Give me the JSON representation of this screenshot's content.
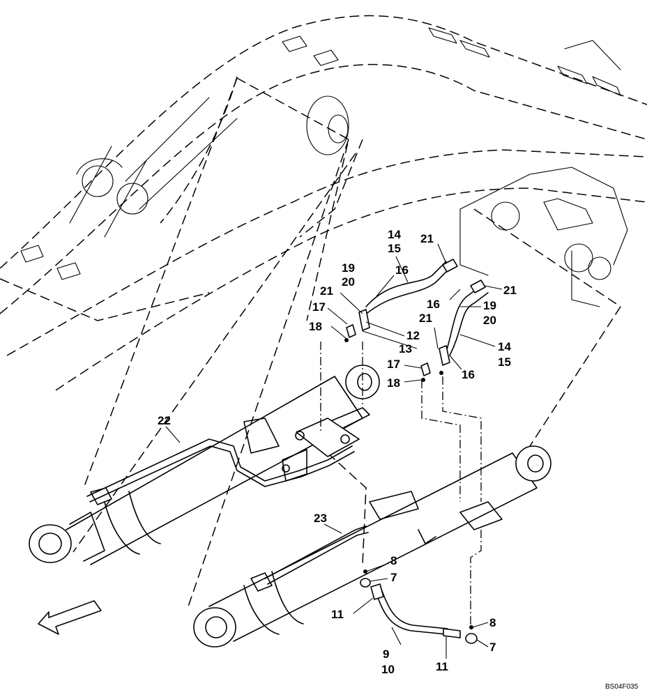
{
  "drawing_code": "BS04F035",
  "callouts": {
    "c14a": "14",
    "c15a": "15",
    "c21a": "21",
    "c19a": "19",
    "c20a": "20",
    "c16a": "16",
    "c21b": "21",
    "c17a": "17",
    "c18a": "18",
    "c12": "12",
    "c13": "13",
    "c21c": "21",
    "c16b": "16",
    "c19b": "19",
    "c20b": "20",
    "c21d": "21",
    "c14b": "14",
    "c15b": "15",
    "c17b": "17",
    "c16c": "16",
    "c18b": "18",
    "c22": "22",
    "c23": "23",
    "c8a": "8",
    "c7a": "7",
    "c11a": "11",
    "c9": "9",
    "c10": "10",
    "c11b": "11",
    "c8b": "8",
    "c7b": "7"
  },
  "components": {
    "front_direction_arrow": "arrow-icon",
    "left_cylinder": "hydraulic-cylinder",
    "right_cylinder": "hydraulic-cylinder",
    "boom": "boom-outline",
    "valve_block": "valve-block"
  }
}
